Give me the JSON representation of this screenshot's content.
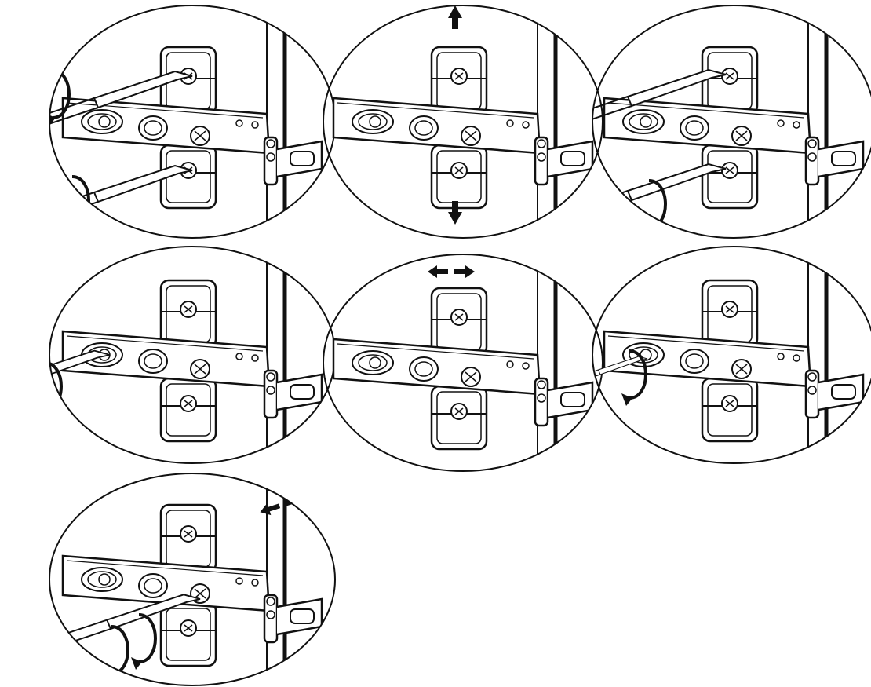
{
  "colors": {
    "background": "#ffffff",
    "line": "#111111",
    "plate_fill": "#ffffff",
    "arrow_fill": "#111111"
  },
  "figure": {
    "description_visible_text": "",
    "panels": [
      {
        "id": "panel-1",
        "tools": [
          "screwdriver",
          "screwdriver"
        ],
        "rotation_arrows": 2,
        "motion_arrows": "none"
      },
      {
        "id": "panel-2",
        "tools": [],
        "rotation_arrows": 0,
        "motion_arrows": "vertical"
      },
      {
        "id": "panel-3",
        "tools": [
          "screwdriver",
          "screwdriver"
        ],
        "rotation_arrows": 1,
        "motion_arrows": "none"
      },
      {
        "id": "panel-4",
        "tools": [
          "screwdriver"
        ],
        "rotation_arrows": 1,
        "motion_arrows": "none"
      },
      {
        "id": "panel-5",
        "tools": [],
        "rotation_arrows": 0,
        "motion_arrows": "horizontal"
      },
      {
        "id": "panel-6",
        "tools": [
          "screwdriver"
        ],
        "rotation_arrows": 1,
        "motion_arrows": "none"
      },
      {
        "id": "panel-7",
        "tools": [
          "screwdriver"
        ],
        "rotation_arrows": 2,
        "motion_arrows": "depth"
      }
    ]
  },
  "icons": {
    "screwdriver": "screwdriver-icon",
    "rotation": "rotation-arrow-icon",
    "motion": "double-arrow-icon"
  }
}
